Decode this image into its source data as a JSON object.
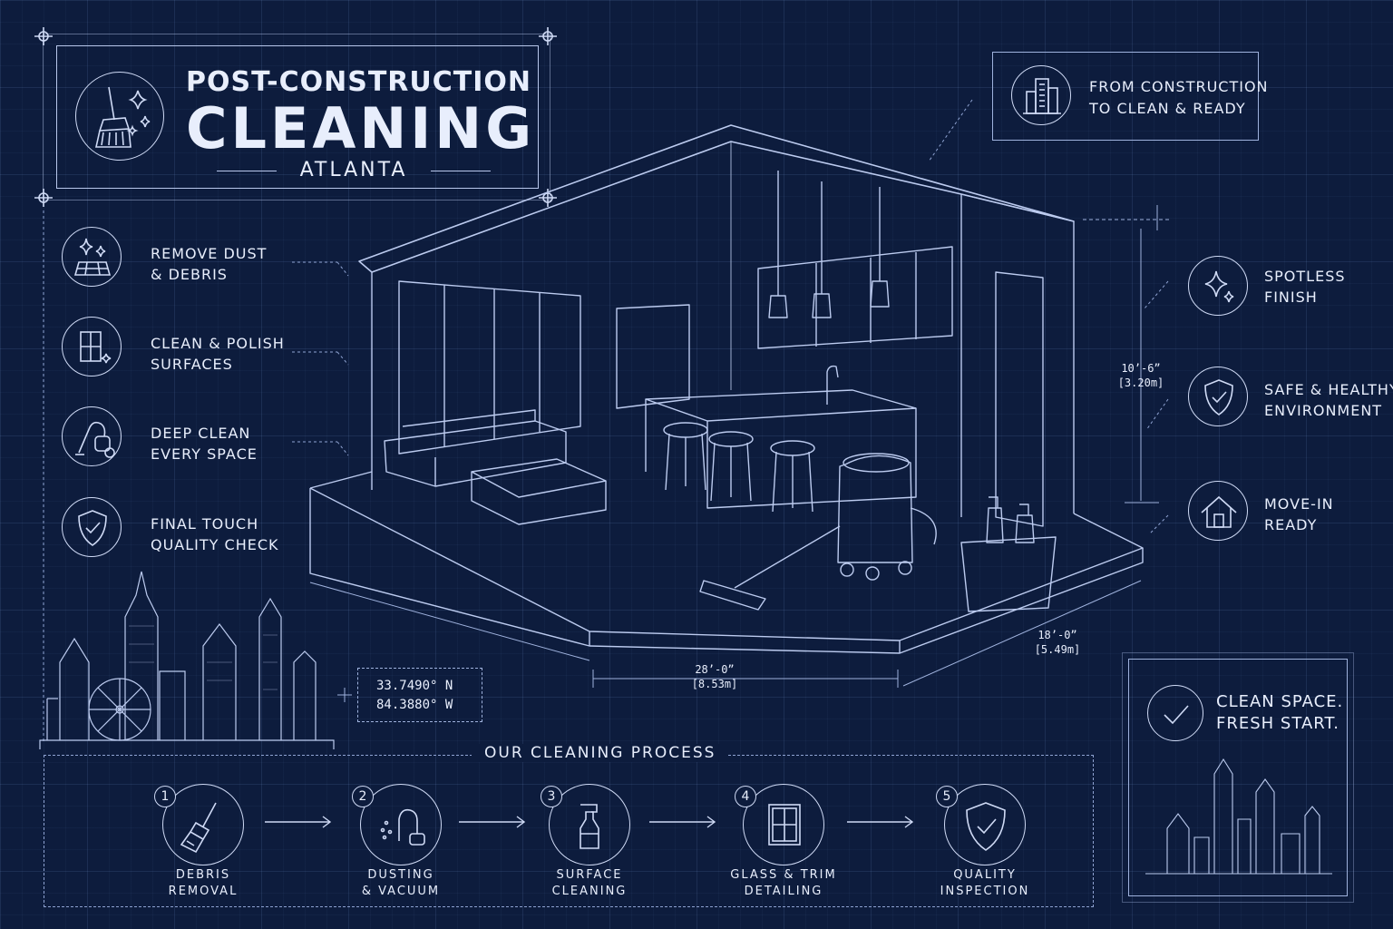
{
  "header": {
    "title_line1": "POST-CONSTRUCTION",
    "title_line2": "CLEANING",
    "title_line3": "ATLANTA"
  },
  "tagline": {
    "line1": "FROM CONSTRUCTION",
    "line2": "TO CLEAN & READY"
  },
  "features_left": [
    {
      "line1": "REMOVE DUST",
      "line2": "& DEBRIS",
      "icon": "sparkle-tiles-icon"
    },
    {
      "line1": "CLEAN & POLISH",
      "line2": "SURFACES",
      "icon": "window-polish-icon"
    },
    {
      "line1": "DEEP CLEAN",
      "line2": "EVERY SPACE",
      "icon": "vacuum-icon"
    },
    {
      "line1": "FINAL TOUCH",
      "line2": "QUALITY CHECK",
      "icon": "shield-check-icon"
    }
  ],
  "features_right": [
    {
      "line1": "SPOTLESS",
      "line2": "FINISH",
      "icon": "sparkle-icon"
    },
    {
      "line1": "SAFE & HEALTHY",
      "line2": "ENVIRONMENT",
      "icon": "shield-check-icon"
    },
    {
      "line1": "MOVE-IN",
      "line2": "READY",
      "icon": "house-icon"
    }
  ],
  "coordinates": {
    "lat": "33.7490° N",
    "lon": "84.3880° W"
  },
  "dimensions": {
    "height": {
      "ft": "10’-6”",
      "m": "[3.20m]"
    },
    "width": {
      "ft": "28’-0”",
      "m": "[8.53m]"
    },
    "depth": {
      "ft": "18’-0”",
      "m": "[5.49m]"
    }
  },
  "process": {
    "title": "OUR CLEANING PROCESS",
    "steps": [
      {
        "num": "1",
        "line1": "DEBRIS",
        "line2": "REMOVAL",
        "icon": "broom-icon"
      },
      {
        "num": "2",
        "line1": "DUSTING",
        "line2": "& VACUUM",
        "icon": "vacuum-icon"
      },
      {
        "num": "3",
        "line1": "SURFACE",
        "line2": "CLEANING",
        "icon": "spray-bottle-icon"
      },
      {
        "num": "4",
        "line1": "GLASS & TRIM",
        "line2": "DETAILING",
        "icon": "window-icon"
      },
      {
        "num": "5",
        "line1": "QUALITY",
        "line2": "INSPECTION",
        "icon": "shield-check-icon"
      }
    ]
  },
  "fresh": {
    "line1": "CLEAN SPACE.",
    "line2": "FRESH START."
  },
  "colors": {
    "background": "#0d1c3d",
    "line": "#cfdaf5",
    "text": "#e8eefc"
  }
}
